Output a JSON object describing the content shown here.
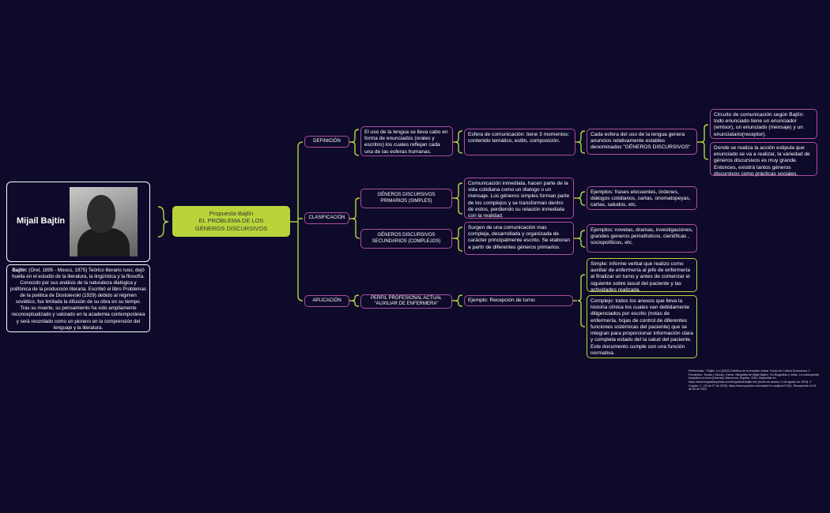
{
  "person": {
    "name": "Mijaíl Bajtín",
    "bio_name": "Bajtín:",
    "bio_text": " (Orel, 1895 - Moscú, 1975) Teórico literario ruso, dejó huella en el estudio de la literatura, la lingüística y la filosofía. Conocido por sus análisis de la naturaleza dialógica y polifónica de la producción literaria. Escribió el libro Problemas de la poética de Dostoievski (1929) debido al régimen soviético, fue limitada  la difusión de su obra en su tiempo. Tras su muerte, su pensamiento ha sido ampliamente reconceptualizado y valorado en la academia contemporánea y  será recordado como un pionero en la comprensión del lenguaje y la literatura."
  },
  "central": {
    "line1": "Propuesta Bajtín",
    "line2": "EL PROBLEMA DE LOS",
    "line3": "GÉNEROS DISCURSIVOS"
  },
  "branches": {
    "definicion": "DEFINICIÓN",
    "clasificacion": "CLASIFICACIÓN",
    "aplicacion": "APLICACIÓN"
  },
  "definicion": {
    "uso": "El uso de la lengua se lleva cabo en forma de enunciados (orales y escritos) los cuales reflejan cada una de las esferas humanas.",
    "esfera": "Esfera de comunicación:  tiene 3 momentos: contenido temático, estilo, composición.",
    "cada_esfera": "Cada esfera del uso de la lengua genera anuncios relativamente  estables denominados \"GÉNEROS DISCURSIVOS\"",
    "circuito": "Circuito de comunicación según Bajtín: todo enunciado tiene un enunciador (emisor), un enunciado (mensaje) y un enunciatario(receptor).",
    "donde": "Donde se realiza la acción estipula que enunciado se va a realizar,   la variedad de  géneros discursivos es muy grande. Entonces, existirá  tantos géneros discursivos como prácticas sociales."
  },
  "clasificacion": {
    "primarios": "GÉNEROS DISCURSIVOS PRIMARIOS (SIMPLES)",
    "primarios_desc": "Comunicación inmediata,  hacen parte de la vida cotidiana como un dialogo o un mensaje.  Los géneros simples forman parte de los complejos y se transforman dentro de estos, perdiendo su relación inmediata con la realidad.",
    "primarios_ej": "Ejemplos: frases elocuentes, órdenes, diálogos cotidianos, cartas, onomatopeyas, cartas, saludos, etc.",
    "secundarios": "GÉNEROS DISCURSIVOS SECUNDARIOS (COMPLEJOS)",
    "secundarios_desc": "Surgen de una comunicación mas compleja,  desarrollada y organizada de carácter principalmente escrito. Se elaboran a partir de diferentes géneros primarios.",
    "secundarios_ej": "Ejemplos:  novelas, dramas, investigaciones, grandes generos periodísticos,  científicas , sociopolíticos, etc."
  },
  "aplicacion": {
    "perfil": "PERFIL PROFESIONAL ACTUAL \"AUXILIAR DE ENFERMERA\"",
    "ejemplo": "Ejemplo: Recepción de turno",
    "simple": "Simple:  informe verbal que realizo como auxiliar de enfermería  al jefe de enfermería al finalizar un turno y antes de comenzar el siguiente sobre lasud del paciente y las actividades realizada.",
    "complejo": "Complejo:  todos los anexos que lleva la historia clínica  los cuales van debidamente diligenciados por escrito (notas de enfermería, hojas de control  de diferentes funciones sistémicas del paciente) que se integran para proporcionar  información clara y completa estado del la  salud del paciente. Este documento cumple con una función normativa."
  },
  "references": "Referencias:  7 Bajtín. (n.f.)(2021) Estética de la creación verbal. Fondo de Cultura Económica. 2 Fernández, Tomás y Tamaro, Elena. «Biografía de Mijaíl Bajtín». En Biografías y Vidas. La enciclopedia biográfica en línea [Internet]. Barcelona, España, 2004. Disponible en https://www.biografiasyvidas.com/biografia/b/bajtin.htm [fecha de acceso: 3 de agosto de 2024]. 3 Cognicí, C. (10 de 07 de 2020). https://www.youtube.com/watch?v=ondjbrwXYQ4). Recuperado el 03 de 06 de 2024",
  "colors": {
    "background": "#0d0a2a",
    "connector": "#b8d43a",
    "node_border": "#b04fa0",
    "central_fill": "#b8d43a"
  }
}
